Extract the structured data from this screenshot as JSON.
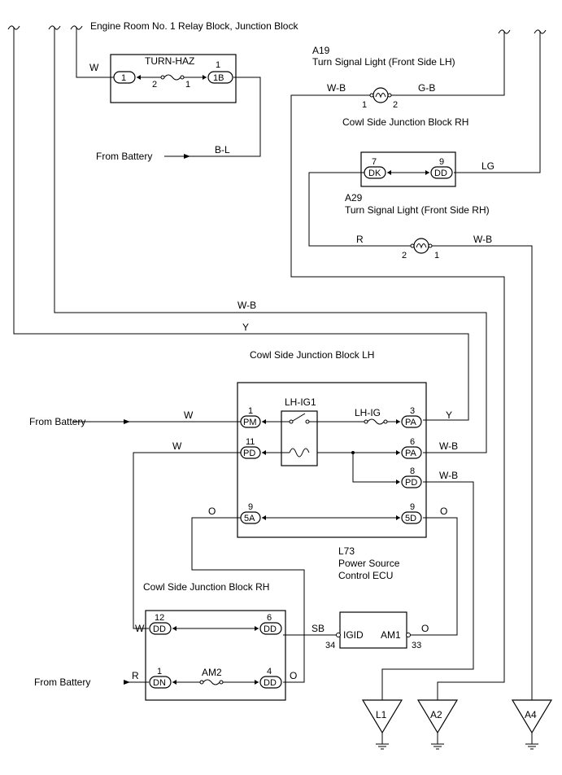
{
  "blocks": {
    "engine_room": "Engine Room No. 1 Relay Block, Junction Block",
    "cowl_rh_top": "Cowl Side Junction Block RH",
    "cowl_lh": "Cowl Side Junction Block LH",
    "cowl_rh_bottom": "Cowl Side Junction Block RH"
  },
  "components": {
    "a19_code": "A19",
    "a19_name": "Turn Signal Light (Front Side LH)",
    "a29_code": "A29",
    "a29_name": "Turn Signal Light (Front Side RH)",
    "l73_code": "L73",
    "l73_name1": "Power Source",
    "l73_name2": "Control ECU",
    "fuse_turn_haz": "TURN-HAZ",
    "relay_lh_ig1": "LH-IG1",
    "fuse_lh_ig": "LH-IG",
    "fuse_am2": "AM2",
    "ecu_igid": "IGID",
    "ecu_am1": "AM1"
  },
  "sources": {
    "battery1": "From Battery",
    "battery2": "From Battery",
    "battery3": "From Battery"
  },
  "wires": {
    "w1": "W",
    "bl": "B-L",
    "wb1": "W-B",
    "gb": "G-B",
    "lg": "LG",
    "r1": "R",
    "wb2": "W-B",
    "wb3": "W-B",
    "y1": "Y",
    "w2": "W",
    "y2": "Y",
    "w3": "W",
    "wb4": "W-B",
    "wb5": "W-B",
    "o1": "O",
    "o2": "O",
    "sb": "SB",
    "o3": "O",
    "w4": "W",
    "r2": "R",
    "o4": "O"
  },
  "connectors": {
    "c1": "1",
    "c1b": "1B",
    "dk": "DK",
    "dd_top": "DD",
    "pm": "PM",
    "pa1": "PA",
    "pd_l": "PD",
    "pa2": "PA",
    "pd_r": "PD",
    "a5": "5A",
    "d5": "5D",
    "dd12": "DD",
    "dd6": "DD",
    "dn": "DN",
    "dd4": "DD"
  },
  "pins": {
    "th_2": "2",
    "th_1b": "1",
    "th_1": "1",
    "a19_1": "1",
    "a19_2": "2",
    "dk_7": "7",
    "dd_9": "9",
    "a29_2": "2",
    "a29_1": "1",
    "pm_1": "1",
    "pa_3": "3",
    "pd_11": "11",
    "pa_6": "6",
    "pd_8": "8",
    "a5_9": "9",
    "d5_9": "9",
    "dd_12": "12",
    "dd_6": "6",
    "dn_1": "1",
    "dd_4": "4",
    "ecu_34": "34",
    "ecu_33": "33"
  },
  "grounds": {
    "l1": "L1",
    "a2": "A2",
    "a4": "A4"
  }
}
